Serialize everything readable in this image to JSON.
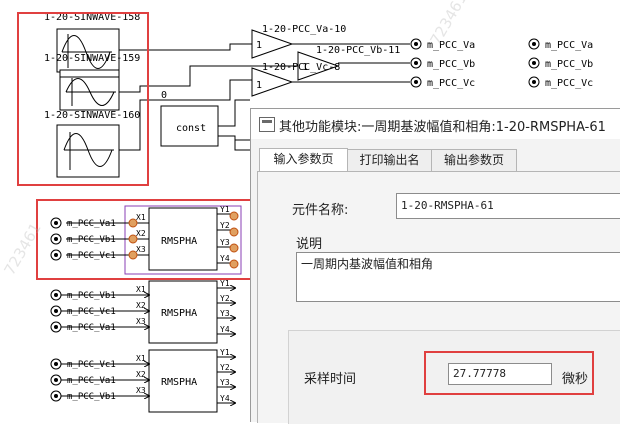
{
  "schematic": {
    "sinwaves": [
      "1-20-SINWAVE-158",
      "1-20-SINWAVE-159",
      "1-20-SINWAVE-160"
    ],
    "amplifiers": [
      "1-20-PCC_Va-10",
      "1-20-PCC_Vb-11",
      "1-20-PCC_Vc-8"
    ],
    "gain_symbol": "1",
    "const_label": "const",
    "const_value": "0",
    "outputs": [
      "m_PCC_Va",
      "m_PCC_Vb",
      "m_PCC_Vc"
    ],
    "outputs_right": [
      "m_PCC_Va",
      "m_PCC_Vb",
      "m_PCC_Vc"
    ],
    "rmspha_blocks": [
      {
        "label": "RMSPHA",
        "inputs": [
          "m_PCC_Va1",
          "m_PCC_Vb1",
          "m_PCC_Vc1"
        ]
      },
      {
        "label": "RMSPHA",
        "inputs": [
          "m_PCC_Vb1",
          "m_PCC_Vc1",
          "m_PCC_Va1"
        ]
      },
      {
        "label": "RMSPHA",
        "inputs": [
          "m_PCC_Vc1",
          "m_PCC_Va1",
          "m_PCC_Vb1"
        ]
      }
    ],
    "input_pins": [
      "X1",
      "X2",
      "X3"
    ],
    "output_pins": [
      "Y1",
      "Y2",
      "Y3",
      "Y4"
    ],
    "wire_color": "#000000",
    "highlight_color": "#e04040",
    "port_marker_color": "#c05010"
  },
  "watermark": "723461",
  "dialog": {
    "title": "其他功能模块:一周期基波幅值和相角:1-20-RMSPHA-61",
    "tabs": [
      "输入参数页",
      "打印输出名",
      "输出参数页"
    ],
    "active_tab": 0,
    "element_name_label": "元件名称:",
    "element_name_value": "1-20-RMSPHA-61",
    "description_label": "说明",
    "description_value": "一周期内基波幅值和相角",
    "sample_time_label": "采样时间",
    "sample_time_value": "27.77778",
    "sample_time_unit": "微秒"
  }
}
